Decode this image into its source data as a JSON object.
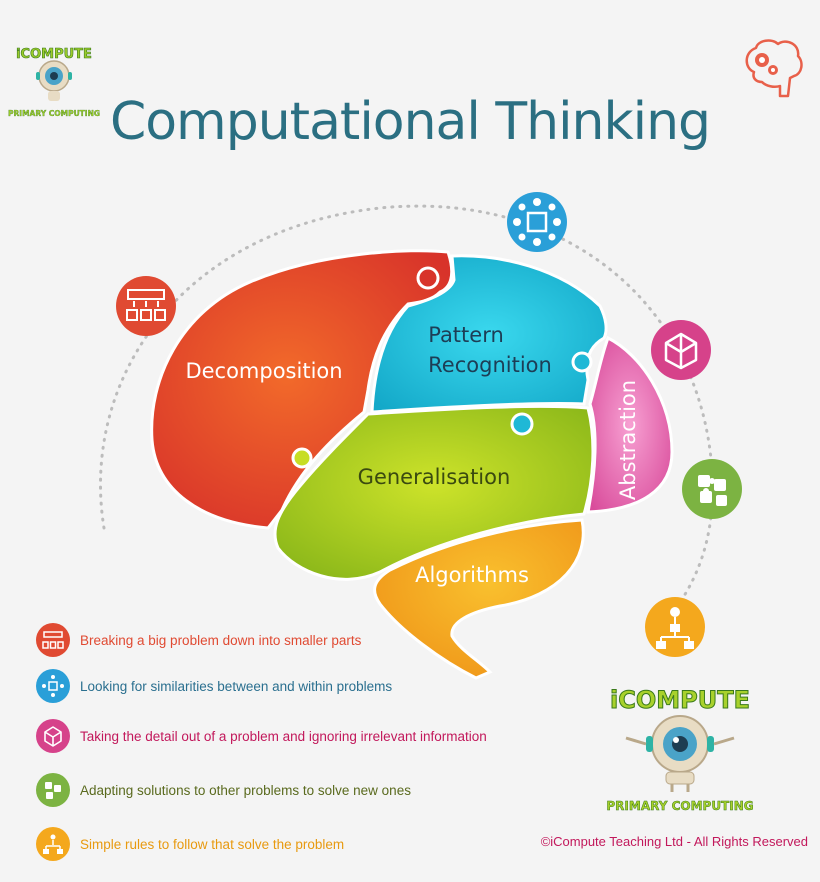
{
  "title": "Computational Thinking",
  "logo": {
    "brand": "iCOMPUTE",
    "tagline": "PRIMARY COMPUTING"
  },
  "diagram": {
    "lobes": [
      {
        "label": "Decomposition",
        "color": "#e6452a"
      },
      {
        "label": "Pattern",
        "label2": "Recognition",
        "color": "#1fc4e0"
      },
      {
        "label": "Abstraction",
        "color": "#e45aa6"
      },
      {
        "label": "Generalisation",
        "color": "#a8cc1c"
      },
      {
        "label": "Algorithms",
        "color": "#f4a81d"
      }
    ],
    "icons": [
      {
        "name": "decomposition-icon",
        "color": "#e04a32"
      },
      {
        "name": "pattern-recognition-icon",
        "color": "#2a9fd8"
      },
      {
        "name": "abstraction-icon",
        "color": "#d6428a"
      },
      {
        "name": "generalisation-icon",
        "color": "#7cb342"
      },
      {
        "name": "algorithms-icon",
        "color": "#f4a81d"
      },
      {
        "name": "brain-gears-icon",
        "color": "#e8604a"
      }
    ]
  },
  "legend": [
    {
      "text": "Breaking a big problem down into smaller parts",
      "color": "#e04a32",
      "icon": "decomposition-icon"
    },
    {
      "text": "Looking for similarities between and within problems",
      "color": "#2a6f8f",
      "icon": "pattern-recognition-icon"
    },
    {
      "text": "Taking the detail out of a problem and ignoring irrelevant information",
      "color": "#c2185b",
      "icon": "abstraction-icon"
    },
    {
      "text": "Adapting solutions to other problems to solve new ones",
      "color": "#5a6a1e",
      "icon": "generalisation-icon"
    },
    {
      "text": "Simple rules to follow that solve the problem",
      "color": "#e89a10",
      "icon": "algorithms-icon"
    }
  ],
  "copyright": "©iCompute Teaching Ltd - All Rights Reserved"
}
